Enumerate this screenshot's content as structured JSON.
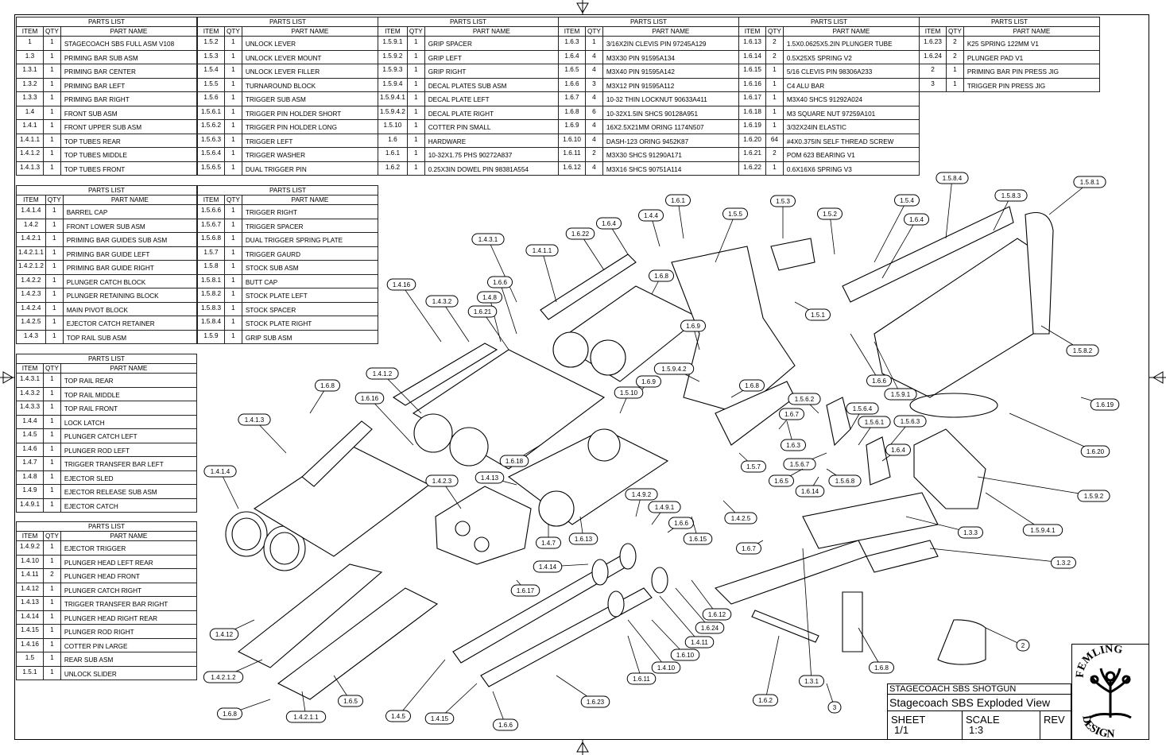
{
  "parts_lists": [
    {
      "title": "PARTS LIST",
      "headers": [
        "ITEM",
        "QTY",
        "PART NAME"
      ],
      "rows": [
        [
          "1",
          "1",
          "STAGECOACH SBS FULL ASM V108"
        ],
        [
          "1.3",
          "1",
          "PRIMING BAR SUB ASM"
        ],
        [
          "1.3.1",
          "1",
          "PRIMING BAR CENTER"
        ],
        [
          "1.3.2",
          "1",
          "PRIMING BAR LEFT"
        ],
        [
          "1.3.3",
          "1",
          "PRIMING BAR RIGHT"
        ],
        [
          "1.4",
          "1",
          "FRONT SUB ASM"
        ],
        [
          "1.4.1",
          "1",
          "FRONT UPPER SUB ASM"
        ],
        [
          "1.4.1.1",
          "1",
          "TOP TUBES REAR"
        ],
        [
          "1.4.1.2",
          "1",
          "TOP TUBES MIDDLE"
        ],
        [
          "1.4.1.3",
          "1",
          "TOP TUBES FRONT"
        ]
      ]
    },
    {
      "title": "PARTS LIST",
      "headers": [
        "ITEM",
        "QTY",
        "PART NAME"
      ],
      "rows": [
        [
          "1.5.2",
          "1",
          "UNLOCK LEVER"
        ],
        [
          "1.5.3",
          "1",
          "UNLOCK LEVER MOUNT"
        ],
        [
          "1.5.4",
          "1",
          "UNLOCK LEVER FILLER"
        ],
        [
          "1.5.5",
          "1",
          "TURNAROUND BLOCK"
        ],
        [
          "1.5.6",
          "1",
          "TRIGGER SUB ASM"
        ],
        [
          "1.5.6.1",
          "1",
          "TRIGGER PIN HOLDER SHORT"
        ],
        [
          "1.5.6.2",
          "1",
          "TRIGGER PIN HOLDER LONG"
        ],
        [
          "1.5.6.3",
          "1",
          "TRIGGER LEFT"
        ],
        [
          "1.5.6.4",
          "1",
          "TRIGGER WASHER"
        ],
        [
          "1.5.6.5",
          "1",
          "DUAL TRIGGER PIN"
        ]
      ]
    },
    {
      "title": "PARTS LIST",
      "headers": [
        "ITEM",
        "QTY",
        "PART NAME"
      ],
      "rows": [
        [
          "1.5.9.1",
          "1",
          "GRIP SPACER"
        ],
        [
          "1.5.9.2",
          "1",
          "GRIP LEFT"
        ],
        [
          "1.5.9.3",
          "1",
          "GRIP RIGHT"
        ],
        [
          "1.5.9.4",
          "1",
          "DECAL PLATES SUB ASM"
        ],
        [
          "1.5.9.4.1",
          "1",
          "DECAL PLATE LEFT"
        ],
        [
          "1.5.9.4.2",
          "1",
          "DECAL PLATE RIGHT"
        ],
        [
          "1.5.10",
          "1",
          "COTTER PIN SMALL"
        ],
        [
          "1.6",
          "1",
          "HARDWARE"
        ],
        [
          "1.6.1",
          "1",
          "10-32X1.75 PHS 90272A837"
        ],
        [
          "1.6.2",
          "1",
          "0.25X3IN DOWEL PIN 98381A554"
        ]
      ]
    },
    {
      "title": "PARTS LIST",
      "headers": [
        "ITEM",
        "QTY",
        "PART NAME"
      ],
      "rows": [
        [
          "1.6.3",
          "1",
          "3/16X2IN CLEVIS PIN 97245A129"
        ],
        [
          "1.6.4",
          "4",
          "M3X30 PIN 91595A134"
        ],
        [
          "1.6.5",
          "4",
          "M3X40 PIN 91595A142"
        ],
        [
          "1.6.6",
          "3",
          "M3X12 PIN 91595A112"
        ],
        [
          "1.6.7",
          "4",
          "10-32 THIN LOCKNUT 90633A411"
        ],
        [
          "1.6.8",
          "6",
          "10-32X1.5IN SHCS 90128A951"
        ],
        [
          "1.6.9",
          "4",
          "16X2.5X21MM ORING 1174N507"
        ],
        [
          "1.6.10",
          "4",
          "DASH-123 ORING 9452K87"
        ],
        [
          "1.6.11",
          "2",
          "M3X30 SHCS 91290A171"
        ],
        [
          "1.6.12",
          "4",
          "M3X16 SHCS 90751A114"
        ]
      ]
    },
    {
      "title": "PARTS LIST",
      "headers": [
        "ITEM",
        "QTY",
        "PART NAME"
      ],
      "rows": [
        [
          "1.6.13",
          "2",
          "1.5X0.0625X5.2IN PLUNGER TUBE"
        ],
        [
          "1.6.14",
          "2",
          "0.5X25X5 SPRING V2"
        ],
        [
          "1.6.15",
          "1",
          "5/16 CLEVIS PIN 98306A233"
        ],
        [
          "1.6.16",
          "1",
          "C4 ALU BAR"
        ],
        [
          "1.6.17",
          "1",
          "M3X40 SHCS 91292A024"
        ],
        [
          "1.6.18",
          "1",
          "M3 SQUARE NUT 97259A101"
        ],
        [
          "1.6.19",
          "1",
          "3/32X24IN ELASTIC"
        ],
        [
          "1.6.20",
          "64",
          "#4X0.375IN SELF THREAD SCREW"
        ],
        [
          "1.6.21",
          "2",
          "POM 623 BEARING V1"
        ],
        [
          "1.6.22",
          "1",
          "0.6X16X6 SPRING V3"
        ]
      ]
    },
    {
      "title": "PARTS LIST",
      "headers": [
        "ITEM",
        "QTY",
        "PART NAME"
      ],
      "rows": [
        [
          "1.6.23",
          "2",
          "K25 SPRING 122MM V1"
        ],
        [
          "1.6.24",
          "2",
          "PLUNGER PAD V1"
        ],
        [
          "2",
          "1",
          "PRIMING BAR PIN PRESS JIG"
        ],
        [
          "3",
          "1",
          "TRIGGER PIN PRESS JIG"
        ]
      ]
    },
    {
      "title": "PARTS LIST",
      "headers": [
        "ITEM",
        "QTY",
        "PART NAME"
      ],
      "rows": [
        [
          "1.4.1.4",
          "1",
          "BARREL CAP"
        ],
        [
          "1.4.2",
          "1",
          "FRONT LOWER SUB ASM"
        ],
        [
          "1.4.2.1",
          "1",
          "PRIMING BAR GUIDES SUB ASM"
        ],
        [
          "1.4.2.1.1",
          "1",
          "PRIMING BAR GUIDE LEFT"
        ],
        [
          "1.4.2.1.2",
          "1",
          "PRIMING BAR GUIDE RIGHT"
        ],
        [
          "1.4.2.2",
          "1",
          "PLUNGER CATCH BLOCK"
        ],
        [
          "1.4.2.3",
          "1",
          "PLUNGER RETAINING BLOCK"
        ],
        [
          "1.4.2.4",
          "1",
          "MAIN PIVOT BLOCK"
        ],
        [
          "1.4.2.5",
          "1",
          "EJECTOR CATCH RETAINER"
        ],
        [
          "1.4.3",
          "1",
          "TOP RAIL SUB ASM"
        ]
      ]
    },
    {
      "title": "PARTS LIST",
      "headers": [
        "ITEM",
        "QTY",
        "PART NAME"
      ],
      "rows": [
        [
          "1.5.6.6",
          "1",
          "TRIGGER RIGHT"
        ],
        [
          "1.5.6.7",
          "1",
          "TRIGGER SPACER"
        ],
        [
          "1.5.6.8",
          "1",
          "DUAL TRIGGER SPRING PLATE"
        ],
        [
          "1.5.7",
          "1",
          " TRIGGER GAURD"
        ],
        [
          "1.5.8",
          "1",
          "STOCK SUB ASM"
        ],
        [
          "1.5.8.1",
          "1",
          "BUTT CAP"
        ],
        [
          "1.5.8.2",
          "1",
          "STOCK PLATE LEFT"
        ],
        [
          "1.5.8.3",
          "1",
          "STOCK SPACER"
        ],
        [
          "1.5.8.4",
          "1",
          "STOCK PLATE RIGHT"
        ],
        [
          "1.5.9",
          "1",
          "GRIP SUB ASM"
        ]
      ]
    },
    {
      "title": "PARTS LIST",
      "headers": [
        "ITEM",
        "QTY",
        "PART NAME"
      ],
      "rows": [
        [
          "1.4.3.1",
          "1",
          "TOP RAIL REAR"
        ],
        [
          "1.4.3.2",
          "1",
          "TOP RAIL MIDDLE"
        ],
        [
          "1.4.3.3",
          "1",
          "TOP RAIL FRONT"
        ],
        [
          "1.4.4",
          "1",
          "LOCK LATCH"
        ],
        [
          "1.4.5",
          "1",
          "PLUNGER CATCH LEFT"
        ],
        [
          "1.4.6",
          "1",
          "PLUNGER ROD LEFT"
        ],
        [
          "1.4.7",
          "1",
          "TRIGGER TRANSFER BAR LEFT"
        ],
        [
          "1.4.8",
          "1",
          "EJECTOR SLED"
        ],
        [
          "1.4.9",
          "1",
          "EJECTOR RELEASE SUB ASM"
        ],
        [
          "1.4.9.1",
          "1",
          "EJECTOR CATCH"
        ]
      ]
    },
    {
      "title": "PARTS LIST",
      "headers": [
        "ITEM",
        "QTY",
        "PART NAME"
      ],
      "rows": [
        [
          "1.4.9.2",
          "1",
          "EJECTOR TRIGGER"
        ],
        [
          "1.4.10",
          "1",
          "PLUNGER HEAD LEFT REAR"
        ],
        [
          "1.4.11",
          "2",
          "PLUNGER HEAD FRONT"
        ],
        [
          "1.4.12",
          "1",
          "PLUNGER CATCH RIGHT"
        ],
        [
          "1.4.13",
          "1",
          "TRIGGER TRANSFER BAR RIGHT"
        ],
        [
          "1.4.14",
          "1",
          "PLUNGER HEAD RIGHT REAR"
        ],
        [
          "1.4.15",
          "1",
          "PLUNGER ROD RIGHT"
        ],
        [
          "1.4.16",
          "1",
          "COTTER PIN LARGE"
        ],
        [
          "1.5",
          "1",
          "REAR SUB ASM"
        ],
        [
          "1.5.1",
          "1",
          "UNLOCK SLIDER"
        ]
      ]
    }
  ],
  "balloons": [
    "1.6.1",
    "1.4.4",
    "1.6.4",
    "1.5.5",
    "1.5.3",
    "1.5.2",
    "1.5.4",
    "1.6.4",
    "1.5.8.4",
    "1.5.8.3",
    "1.5.8.1",
    "1.6.22",
    "1.4.1.1",
    "1.4.3.1",
    "1.6.8",
    "1.6.6",
    "1.4.16",
    "1.4.3.2",
    "1.4.8",
    "1.6.21",
    "1.6.9",
    "1.5.1",
    "1.5.8.2",
    "1.5.9.4.2",
    "1.4.1.2",
    "1.6.9",
    "1.5.10",
    "1.6.8",
    "1.6.6",
    "1.5.9.1",
    "1.6.19",
    "1.6.8",
    "1.6.16",
    "1.5.6.2",
    "1.5.6.4",
    "1.6.7",
    "1.5.6.1",
    "1.5.6.3",
    "1.4.1.3",
    "1.6.3",
    "1.6.20",
    "1.6.4",
    "1.6.18",
    "1.5.7",
    "1.5.6.7",
    "1.4.1.4",
    "1.4.2.3",
    "1.4.13",
    "1.6.5",
    "1.5.6.8",
    "1.6.14",
    "1.5.9.2",
    "1.4.9.2",
    "1.4.9.1",
    "1.4.2.5",
    "1.6.6",
    "1.3.3",
    "1.5.9.4.1",
    "1.6.15",
    "1.6.13",
    "1.4.7",
    "1.6.7",
    "1.3.2",
    "1.4.14",
    "1.6.17",
    "1.6.12",
    "1.6.24",
    "1.4.11",
    "1.4.12",
    "2",
    "1.6.10",
    "1.4.10",
    "1.6.8",
    "1.6.11",
    "1.4.2.1.2",
    "1.3.1",
    "1.6.5",
    "1.6.23",
    "1.6.2",
    "3",
    "1.6.8",
    "1.4.2.1.1",
    "1.4.5",
    "1.4.15",
    "1.6.6"
  ],
  "title_block": {
    "project": "STAGECOACH SBS SHOTGUN",
    "title": "Stagecoach SBS Exploded View",
    "sheet_label": "SHEET",
    "sheet_value": "1/1",
    "scale_label": "SCALE",
    "scale_value": "1:3",
    "rev_label": "REV"
  },
  "logo": {
    "text_top": "FEMLING",
    "text_bottom": "DESIGN"
  }
}
